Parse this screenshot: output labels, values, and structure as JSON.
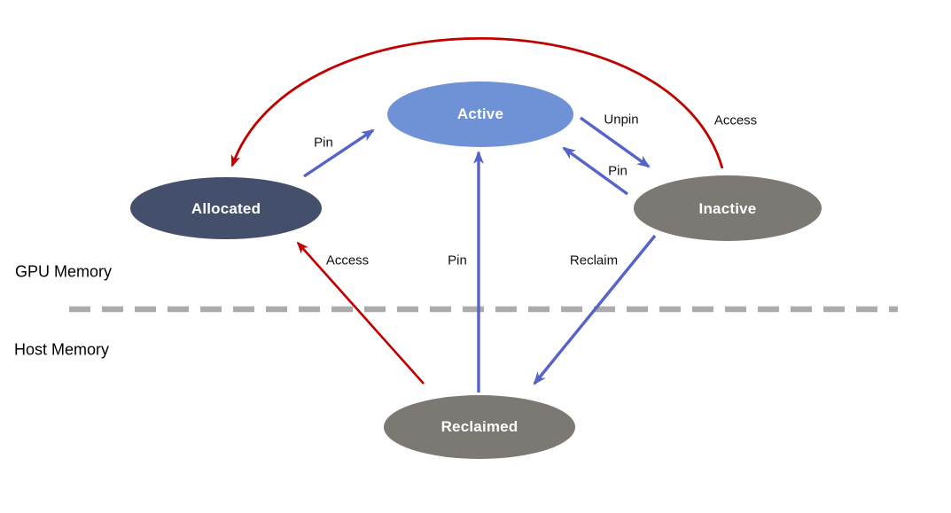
{
  "regions": {
    "gpu_label": "GPU Memory",
    "host_label": "Host Memory"
  },
  "nodes": {
    "active": {
      "label": "Active",
      "color": "#6F92D6"
    },
    "allocated": {
      "label": "Allocated",
      "color": "#44506B"
    },
    "inactive": {
      "label": "Inactive",
      "color": "#7C7874"
    },
    "reclaimed": {
      "label": "Reclaimed",
      "color": "#7C7874"
    }
  },
  "edges": {
    "pin_allocated_to_active": {
      "label": "Pin",
      "color": "#5663C8"
    },
    "unpin_active_to_inactive": {
      "label": "Unpin",
      "color": "#5663C8"
    },
    "pin_inactive_to_active": {
      "label": "Pin",
      "color": "#5663C8"
    },
    "pin_reclaimed_to_active": {
      "label": "Pin",
      "color": "#5663C8"
    },
    "reclaim_inactive_to_reclaimed": {
      "label": "Reclaim",
      "color": "#5663C8"
    },
    "access_reclaimed_to_allocated": {
      "label": "Access",
      "color": "#C00000"
    },
    "access_inactive_to_allocated": {
      "label": "Access",
      "color": "#C00000"
    }
  },
  "divider": {
    "color": "#ABABAB"
  },
  "colors": {
    "node_text": "#FFFFFF",
    "edge_text": "#111111"
  }
}
